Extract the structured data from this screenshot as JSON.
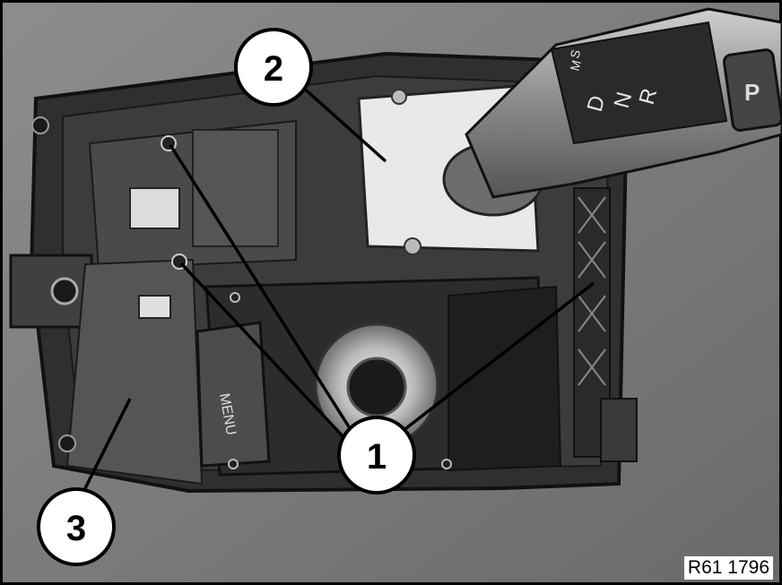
{
  "figure": {
    "reference_code": "R61 1796",
    "callouts": [
      {
        "id": "callout-1",
        "label": "1"
      },
      {
        "id": "callout-2",
        "label": "2"
      },
      {
        "id": "callout-3",
        "label": "3"
      }
    ],
    "shifter_labels": {
      "gate_p": "P",
      "gate_r": "R",
      "gate_n": "N",
      "gate_d": "D",
      "gate_m": "M",
      "gate_s": "S",
      "controller_text": "MENU"
    }
  }
}
